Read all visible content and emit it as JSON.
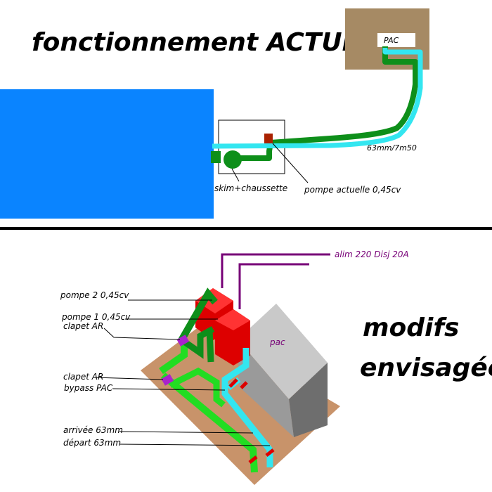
{
  "top_section": {
    "title": "fonctionnement ACTUEL",
    "pac_label": "PAC",
    "pipe_label": "63mm/7m50",
    "skim_label": "skim+chaussette",
    "pump_label": "pompe actuelle 0,45cv"
  },
  "bottom_section": {
    "title_line1": "modifs",
    "title_line2": "envisagées",
    "alim_label": "alim 220 Disj 20A",
    "pompe2_label": "pompe 2 0,45cv",
    "pompe1_label": "pompe 1 0,45cv",
    "clapet_ar_1_label": "clapet AR",
    "clapet_ar_2_label": "clapet AR",
    "bypass_label": "bypass PAC",
    "arrivee_label": "arrivée 63mm",
    "depart_label": "départ 63mm",
    "pac_label": "pac"
  },
  "colors": {
    "pool_blue": "#0a84ff",
    "pac_box": "#a68a64",
    "pipe_green": "#0e8f1a",
    "pipe_light_green": "#22dd22",
    "pipe_cyan": "#33e6f0",
    "pump_red": "#dd0000",
    "wire_purple": "#770077",
    "valve_purple": "#aa22cc",
    "board_tan": "#c8936a",
    "pac_grey": "#9a9a9a"
  }
}
